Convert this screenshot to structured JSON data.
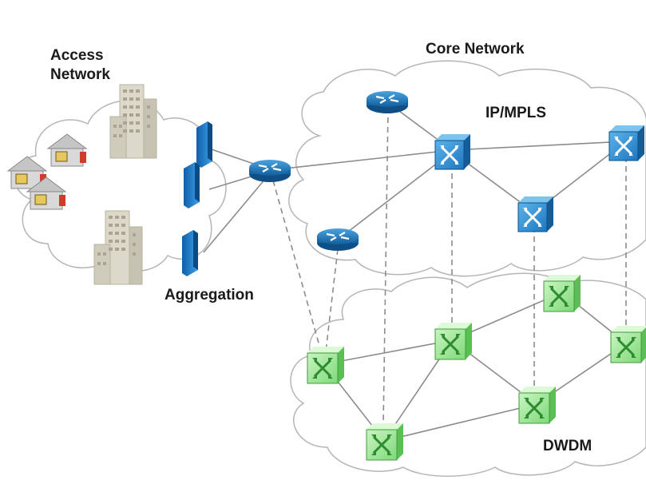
{
  "labels": {
    "access": "Access",
    "network": "Network",
    "core": "Core Network",
    "ipmpls": "IP/MPLS",
    "aggregation": "Aggregation",
    "dwdm": "DWDM"
  },
  "colors": {
    "cloud_fill": "#ffffff",
    "cloud_stroke": "#b0b0b0",
    "link": "#8a8a8a",
    "router_blue": "#1b6fb3",
    "mpls_switch_blue": "#2f8fd6",
    "dwdm_green": "#8fe08a",
    "dwdm_arrow": "#2e8b2e",
    "building": "#d9d6c8",
    "agg_blue": "#1e7fcf"
  },
  "icons": {
    "router": "router-icon",
    "mpls_switch": "mpls-switch-icon",
    "dwdm_switch": "dwdm-switch-icon",
    "house": "house-icon",
    "building": "building-icon",
    "aggregation": "aggregation-switch-icon"
  }
}
